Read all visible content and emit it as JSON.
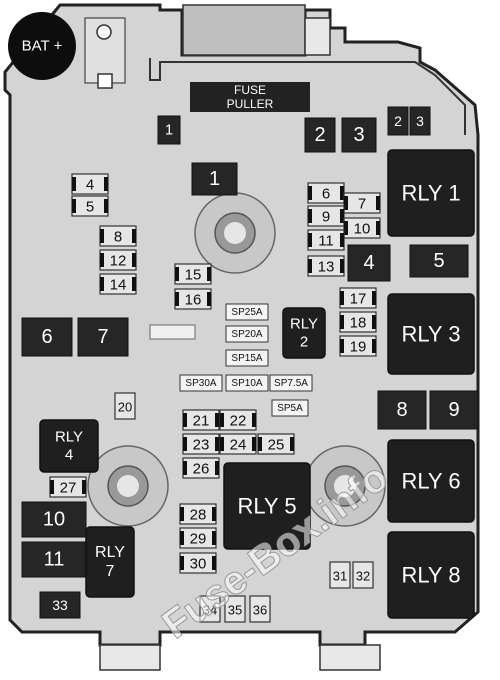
{
  "diagram": {
    "battery": "BAT +",
    "fuse_puller": [
      "FUSE",
      "PULLER"
    ],
    "watermark": "Fuse-Box.info",
    "fuses_dark": [
      {
        "id": "f1a",
        "label": "1"
      },
      {
        "id": "f1b",
        "label": "1"
      },
      {
        "id": "f2a",
        "label": "2"
      },
      {
        "id": "f3a",
        "label": "3"
      },
      {
        "id": "f2b",
        "label": "2"
      },
      {
        "id": "f3b",
        "label": "3"
      },
      {
        "id": "f4b",
        "label": "4"
      },
      {
        "id": "f5b",
        "label": "5"
      },
      {
        "id": "f6b",
        "label": "6"
      },
      {
        "id": "f7b",
        "label": "7"
      },
      {
        "id": "f8b",
        "label": "8"
      },
      {
        "id": "f9b",
        "label": "9"
      },
      {
        "id": "f10b",
        "label": "10"
      },
      {
        "id": "f11b",
        "label": "11"
      },
      {
        "id": "f33",
        "label": "33"
      }
    ],
    "fuses_light": [
      {
        "id": "f4",
        "label": "4"
      },
      {
        "id": "f5",
        "label": "5"
      },
      {
        "id": "f8",
        "label": "8"
      },
      {
        "id": "f12",
        "label": "12"
      },
      {
        "id": "f14",
        "label": "14"
      },
      {
        "id": "f6",
        "label": "6"
      },
      {
        "id": "f7",
        "label": "7"
      },
      {
        "id": "f9",
        "label": "9"
      },
      {
        "id": "f10",
        "label": "10"
      },
      {
        "id": "f11",
        "label": "11"
      },
      {
        "id": "f13",
        "label": "13"
      },
      {
        "id": "f15",
        "label": "15"
      },
      {
        "id": "f16",
        "label": "16"
      },
      {
        "id": "f17",
        "label": "17"
      },
      {
        "id": "f18",
        "label": "18"
      },
      {
        "id": "f19",
        "label": "19"
      },
      {
        "id": "f20",
        "label": "20"
      },
      {
        "id": "f21",
        "label": "21"
      },
      {
        "id": "f22",
        "label": "22"
      },
      {
        "id": "f23",
        "label": "23"
      },
      {
        "id": "f24",
        "label": "24"
      },
      {
        "id": "f25",
        "label": "25"
      },
      {
        "id": "f26",
        "label": "26"
      },
      {
        "id": "f27",
        "label": "27"
      },
      {
        "id": "f28",
        "label": "28"
      },
      {
        "id": "f29",
        "label": "29"
      },
      {
        "id": "f30",
        "label": "30"
      },
      {
        "id": "f31",
        "label": "31"
      },
      {
        "id": "f32",
        "label": "32"
      },
      {
        "id": "f34",
        "label": "34"
      },
      {
        "id": "f35",
        "label": "35"
      },
      {
        "id": "f36",
        "label": "36"
      }
    ],
    "sp_fuses": [
      {
        "id": "sp25",
        "label": "SP25A"
      },
      {
        "id": "sp20",
        "label": "SP20A"
      },
      {
        "id": "sp15",
        "label": "SP15A"
      },
      {
        "id": "sp30",
        "label": "SP30A"
      },
      {
        "id": "sp10",
        "label": "SP10A"
      },
      {
        "id": "sp75",
        "label": "SP7.5A"
      },
      {
        "id": "sp5",
        "label": "SP5A"
      }
    ],
    "relays": [
      {
        "id": "rly1",
        "label": [
          "RLY 1"
        ]
      },
      {
        "id": "rly3",
        "label": [
          "RLY 3"
        ]
      },
      {
        "id": "rly6",
        "label": [
          "RLY 6"
        ]
      },
      {
        "id": "rly8",
        "label": [
          "RLY 8"
        ]
      },
      {
        "id": "rly5",
        "label": [
          "RLY 5"
        ]
      },
      {
        "id": "rly2",
        "label": [
          "RLY",
          "2"
        ]
      },
      {
        "id": "rly4",
        "label": [
          "RLY",
          "4"
        ]
      },
      {
        "id": "rly7",
        "label": [
          "RLY",
          "7"
        ]
      }
    ]
  }
}
